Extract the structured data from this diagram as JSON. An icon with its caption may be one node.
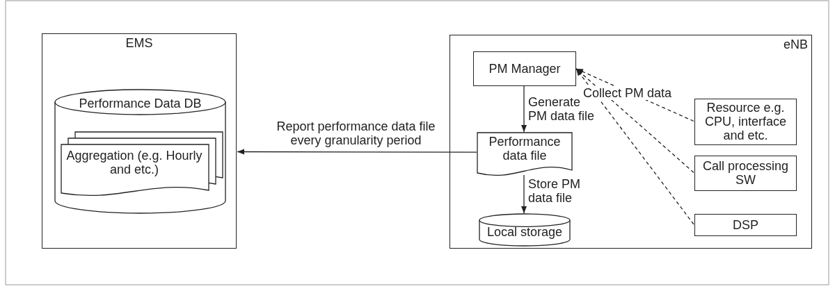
{
  "diagram": {
    "nodes": [
      {
        "text": [
          "EMS"
        ]
      },
      {
        "text": [
          "Performance Data DB"
        ],
        "in": 0
      },
      {
        "text": [
          "Aggregation (e.g. Hourly and etc.)"
        ],
        "in": 1
      },
      {
        "text": [
          "eNB"
        ]
      },
      {
        "text": [
          "PM Manager"
        ],
        "in": 3
      },
      {
        "text": [
          "Performance data file"
        ],
        "in": 3
      },
      {
        "text": [
          "Local storage"
        ],
        "in": 3
      },
      {
        "text": [
          "Resource e.g. CPU, interface and etc."
        ],
        "in": 3
      },
      {
        "text": [
          "Call processing SW"
        ],
        "in": 3
      },
      {
        "text": [
          "DSP"
        ],
        "in": 3
      }
    ],
    "edges": [
      {
        "from": 4,
        "to": 5,
        "arrow": "to",
        "label": "Generate PM data file"
      },
      {
        "from": 5,
        "to": 6,
        "arrow": "to",
        "label": "Store PM data file"
      },
      {
        "from": 5,
        "to": 0,
        "arrow": "to",
        "label": "Report performance data file every granularity period"
      },
      {
        "from": 7,
        "to": 4,
        "arrow": "to",
        "style": "dashed",
        "label": "Collect PM data"
      },
      {
        "from": 8,
        "to": 4,
        "arrow": "to",
        "style": "dashed"
      },
      {
        "from": 9,
        "to": 4,
        "arrow": "to",
        "style": "dashed"
      }
    ]
  }
}
